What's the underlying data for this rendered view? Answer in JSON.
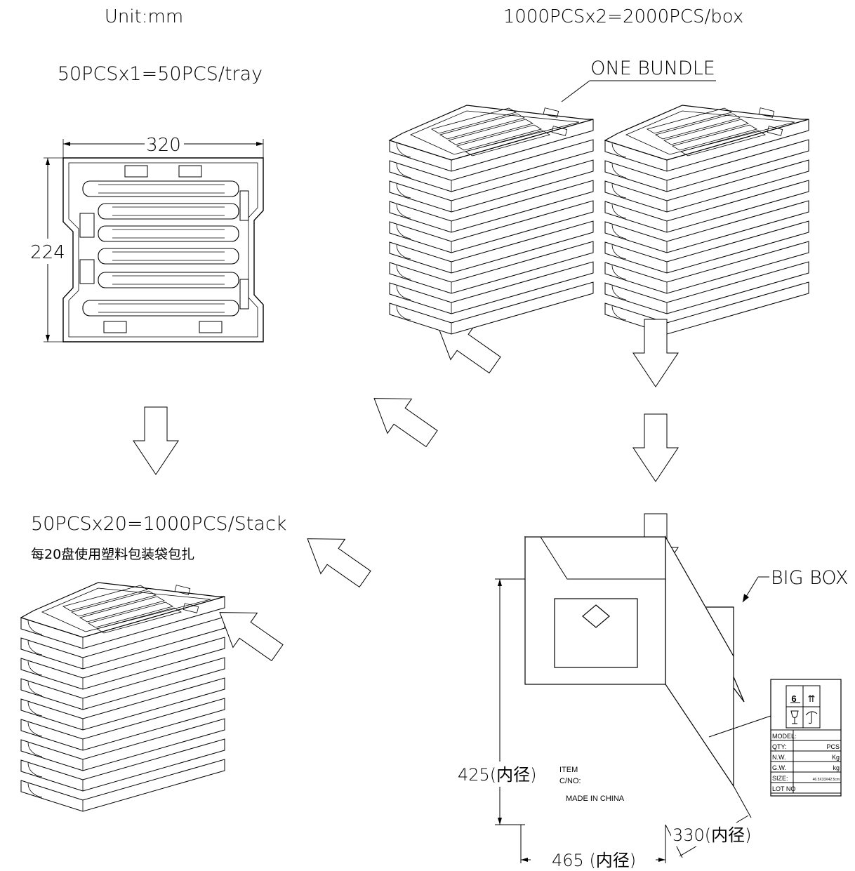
{
  "labels": {
    "unit": "Unit:mm",
    "tray_qty": "50PCSx1=50PCS/tray",
    "box_qty": "1000PCSx2=2000PCS/box",
    "one_bundle": "ONE BUNDLE",
    "stack_qty": "50PCSx20=1000PCS/Stack",
    "stack_note": "每20盘使用塑料包装袋包扎",
    "big_box": "BIG BOX"
  },
  "dimensions": {
    "tray_width": "320",
    "tray_height": "224",
    "box_height": "425(内径)",
    "box_depth": "330(内径)",
    "box_width": "465 (内径)"
  },
  "box_marking": {
    "item": "ITEM",
    "cno": "C/NO:",
    "made_in": "MADE IN CHINA"
  },
  "carton_label": {
    "stack_limit": "6",
    "this_side_up": "⇈",
    "fragile_icon": "fragile-glass-icon",
    "umbrella_icon": "keep-dry-umbrella-icon",
    "rows": [
      {
        "key": "MODEL:",
        "value": ""
      },
      {
        "key": "QTY:",
        "value": "PCS"
      },
      {
        "key": "N.W.",
        "value": "Kg"
      },
      {
        "key": "G.W.",
        "value": "kg"
      },
      {
        "key": "SIZE:",
        "value": "46.5X33X42.5cm"
      },
      {
        "key": "LOT NO",
        "value": ""
      }
    ]
  }
}
